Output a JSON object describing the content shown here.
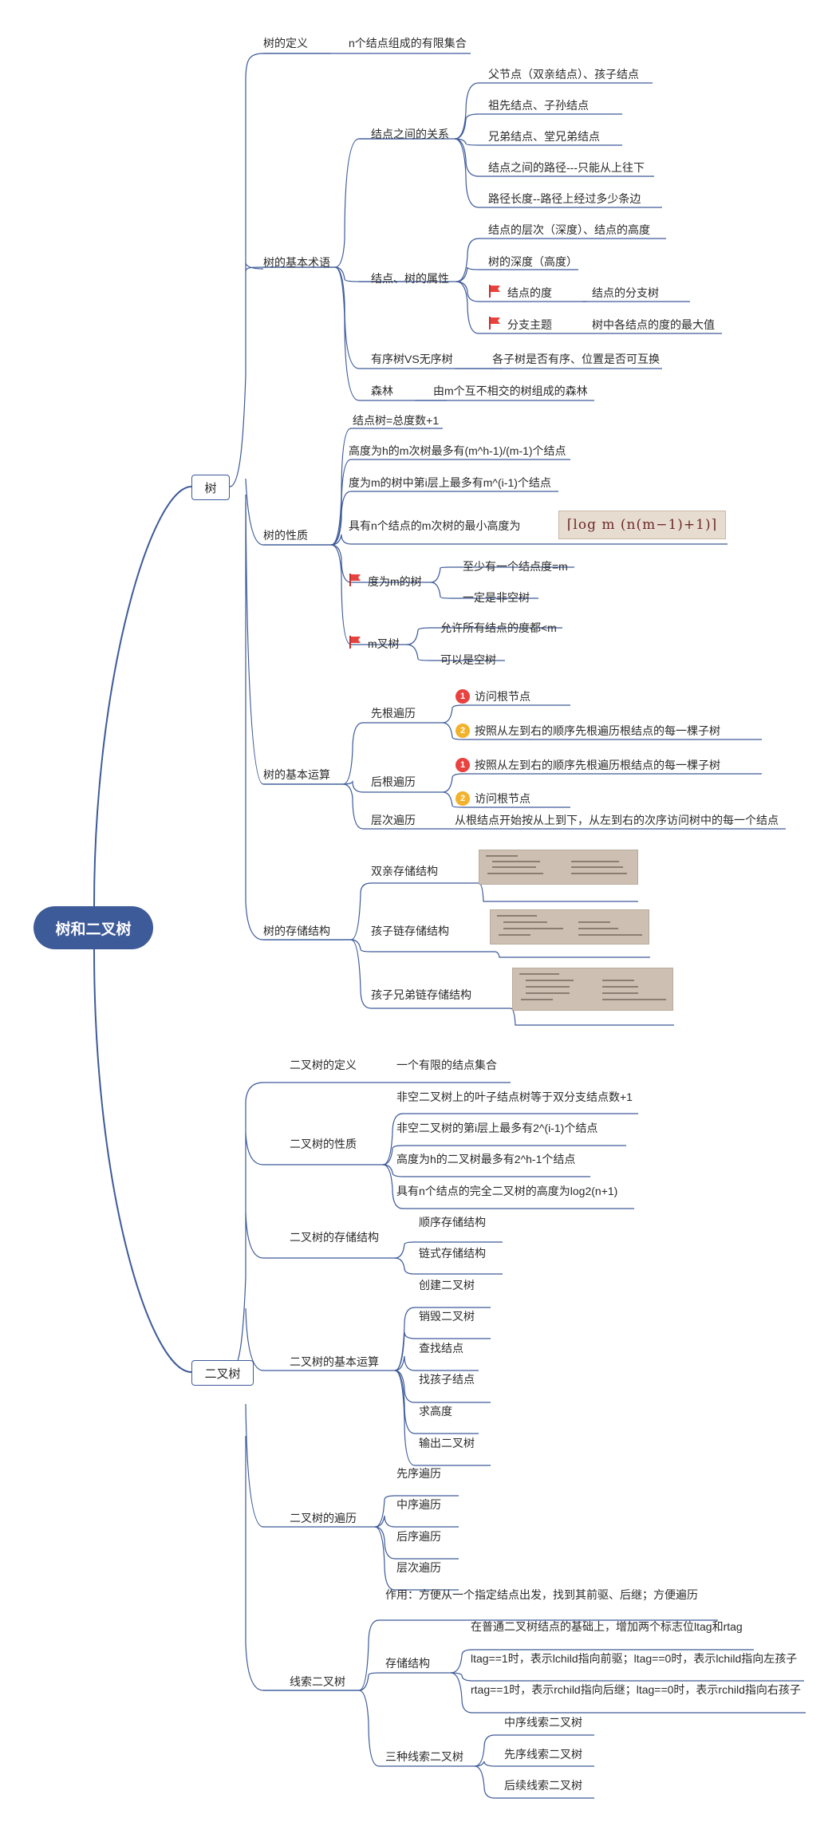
{
  "root": "树和二叉树",
  "tree": {
    "label": "树",
    "definition": {
      "label": "树的定义",
      "value": "n个结点组成的有限集合"
    },
    "terms": {
      "label": "树的基本术语",
      "relations": {
        "label": "结点之间的关系",
        "items": [
          "父节点（双亲结点）、孩子结点",
          "祖先结点、子孙结点",
          "兄弟结点、堂兄弟结点",
          "结点之间的路径---只能从上往下",
          "路径长度--路径上经过多少条边"
        ]
      },
      "attributes": {
        "label": "结点、树的属性",
        "items": [
          "结点的层次（深度）、结点的高度",
          "树的深度（高度）"
        ],
        "degree": {
          "label": "结点的度",
          "value": "结点的分支树"
        },
        "branch": {
          "label": "分支主题",
          "value": "树中各结点的度的最大值"
        }
      },
      "ordered": {
        "label": "有序树VS无序树",
        "value": "各子树是否有序、位置是否可互换"
      },
      "forest": {
        "label": "森林",
        "value": "由m个互不相交的树组成的森林"
      }
    },
    "properties": {
      "label": "树的性质",
      "items": [
        "结点树=总度数+1",
        "高度为h的m次树最多有(m^h-1)/(m-1)个结点",
        "度为m的树中第i层上最多有m^(i-1)个结点",
        "具有n个结点的m次树的最小高度为"
      ],
      "formula": "⌈log m (n(m−1)+1)⌉",
      "degree_m": {
        "label": "度为m的树",
        "items": [
          "至少有一个结点度=m",
          "一定是非空树"
        ]
      },
      "m_ary": {
        "label": "m叉树",
        "items": [
          "允许所有结点的度都<m",
          "可以是空树"
        ]
      }
    },
    "operations": {
      "label": "树的基本运算",
      "preorder": {
        "label": "先根遍历",
        "steps": [
          "访问根节点",
          "按照从左到右的顺序先根遍历根结点的每一棵子树"
        ]
      },
      "postorder": {
        "label": "后根遍历",
        "steps": [
          "按照从左到右的顺序先根遍历根结点的每一棵子树",
          "访问根节点"
        ]
      },
      "level": {
        "label": "层次遍历",
        "value": "从根结点开始按从上到下，从左到右的次序访问树中的每一个结点"
      }
    },
    "storage": {
      "label": "树的存储结构",
      "items": [
        "双亲存储结构",
        "孩子链存储结构",
        "孩子兄弟链存储结构"
      ]
    }
  },
  "binary": {
    "label": "二叉树",
    "definition": {
      "label": "二叉树的定义",
      "value": "一个有限的结点集合"
    },
    "properties": {
      "label": "二叉树的性质",
      "items": [
        "非空二叉树上的叶子结点树等于双分支结点数+1",
        "非空二叉树的第i层上最多有2^(i-1)个结点",
        "高度为h的二叉树最多有2^h-1个结点",
        "具有n个结点的完全二叉树的高度为log2(n+1)"
      ]
    },
    "storage": {
      "label": "二叉树的存储结构",
      "items": [
        "顺序存储结构",
        "链式存储结构"
      ]
    },
    "operations": {
      "label": "二叉树的基本运算",
      "items": [
        "创建二叉树",
        "销毁二叉树",
        "查找结点",
        "找孩子结点",
        "求高度",
        "输出二叉树"
      ]
    },
    "traversal": {
      "label": "二叉树的遍历",
      "items": [
        "先序遍历",
        "中序遍历",
        "后序遍历",
        "层次遍历"
      ]
    },
    "threaded": {
      "label": "线索二叉树",
      "purpose": "作用：方便从一个指定结点出发，找到其前驱、后继；方便遍历",
      "storage": {
        "label": "存储结构",
        "items": [
          "在普通二叉树结点的基础上，增加两个标志位ltag和rtag",
          "ltag==1时，表示lchild指向前驱；ltag==0时，表示lchild指向左孩子",
          "rtag==1时，表示rchild指向后继；ltag==0时，表示rchild指向右孩子"
        ]
      },
      "kinds": {
        "label": "三种线索二叉树",
        "items": [
          "中序线索二叉树",
          "先序线索二叉树",
          "后续线索二叉树"
        ]
      }
    }
  },
  "badges": [
    "1",
    "2"
  ],
  "colors": {
    "root": "#3d5a99",
    "line": "#3d5a99",
    "flag": "#e8423f",
    "badge1": "#e8423f",
    "badge2": "#f3b22b"
  }
}
